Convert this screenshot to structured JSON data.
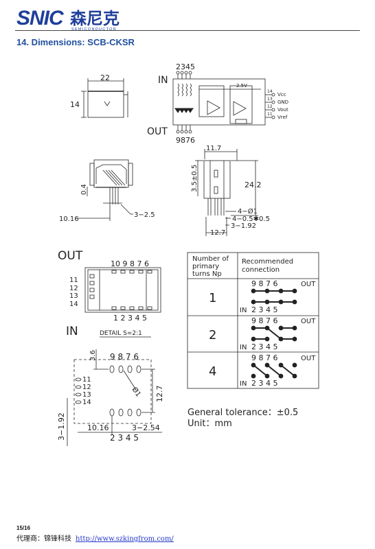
{
  "header": {
    "logo_brand": "SNIC",
    "logo_cn": "森尼克",
    "logo_sub": "SEMICONDUCTOR"
  },
  "section_title": "14. Dimensions: SCB-CKSR",
  "schematic": {
    "in_label": "IN",
    "out_label": "OUT",
    "top_pins": "2345",
    "bottom_pins": "9876",
    "ref_voltage": "2.5V",
    "pins": [
      {
        "num": "14",
        "name": "Vcc"
      },
      {
        "num": "13",
        "name": "GND"
      },
      {
        "num": "12",
        "name": "Vout"
      },
      {
        "num": "11",
        "name": "Vref"
      }
    ]
  },
  "side_view": {
    "width": "22",
    "height": "14"
  },
  "front_view": {
    "dim_height": "0.4",
    "dim_left": "10.16",
    "dim_pitch": "3−2.5"
  },
  "right_view": {
    "dim_top": "11.7",
    "dim_left": "3.5±0.5",
    "dim_height": "24.2",
    "dim_hole": "4−Ø1",
    "dim_pins": "4−0.5✱0.5",
    "dim_pitch": "3−1.92",
    "dim_bottom": "12.7"
  },
  "top_view": {
    "out_label": "OUT",
    "in_label": "IN",
    "top_pins": "10 9 8 7 6",
    "side_pins": [
      "11",
      "12",
      "13",
      "14"
    ],
    "bottom_pins": "1 2 3 4 5"
  },
  "detail_view": {
    "title": "DETAIL  S=2:1",
    "top_pins": "9 8 7 6",
    "side_pins": [
      "11",
      "12",
      "13",
      "14"
    ],
    "bottom_pins": "2 3 4 5",
    "dim_top": "3.6",
    "dim_diam": "Ø1",
    "dim_right": "12.7",
    "dim_left": "3−1.92",
    "dim_bottom_left": "10.16",
    "dim_bottom_right": "3−2.54"
  },
  "turns_table": {
    "header_turns": [
      "Number of",
      "primary",
      "turns Np"
    ],
    "header_connection": [
      "Recommended",
      "connection"
    ],
    "rows": [
      {
        "turns": "1",
        "top_pins": "9  8  7  6",
        "top_suffix": "OUT",
        "bottom_prefix": "IN",
        "bottom_pins": "2  3  4  5"
      },
      {
        "turns": "2",
        "top_pins": "9  8  7  6",
        "top_suffix": "OUT",
        "bottom_prefix": "IN",
        "bottom_pins": "2  3  4  5"
      },
      {
        "turns": "4",
        "top_pins": "9  8  7  6",
        "top_suffix": "OUT",
        "bottom_prefix": "IN",
        "bottom_pins": "2  3  4  5"
      }
    ]
  },
  "notes": {
    "tolerance": "General tolerance：±0.5",
    "unit": "Unit：mm"
  },
  "footer": {
    "page": "15/16",
    "agent": "代理商：锦锋科技",
    "link": "http://www.szkingfrom.com/"
  }
}
